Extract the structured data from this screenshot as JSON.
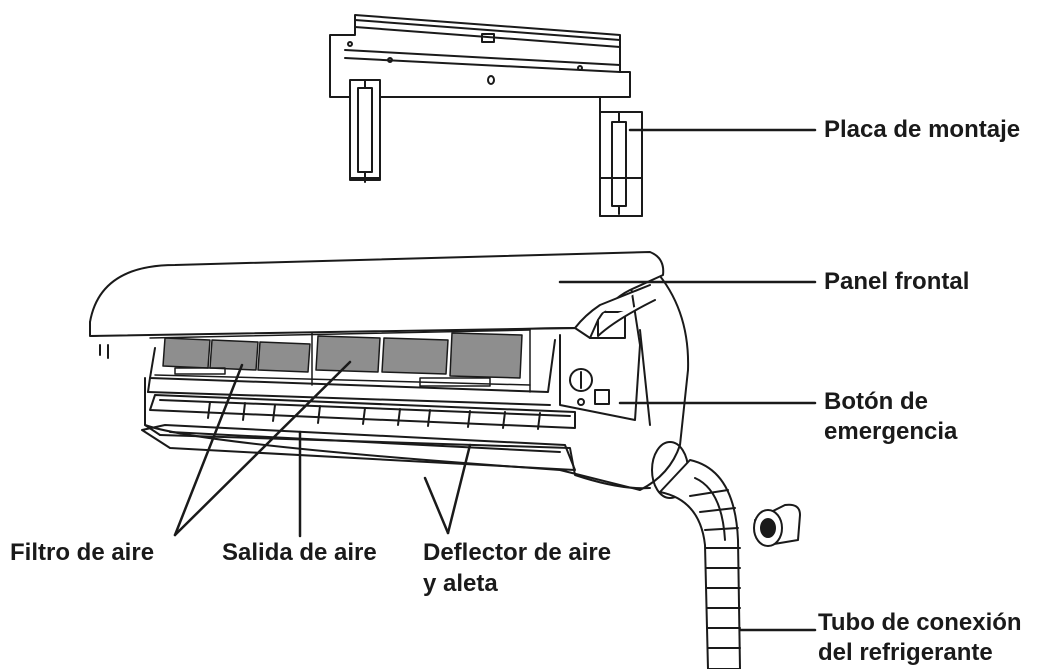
{
  "labels": {
    "placa": "Placa de montaje",
    "panel": "Panel frontal",
    "boton": [
      "Botón de",
      "emergencia"
    ],
    "filtro": "Filtro de aire",
    "salida": "Salida de aire",
    "deflector": [
      "Deflector de aire",
      "y aleta"
    ],
    "tubo": [
      "Tubo de conexión",
      "del refrigerante"
    ]
  },
  "colors": {
    "line": "#1a1a1a",
    "filter": "#8e8e8e",
    "background": "#ffffff"
  }
}
